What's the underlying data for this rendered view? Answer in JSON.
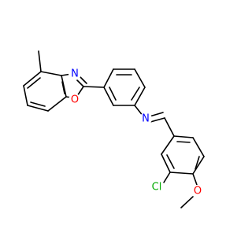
{
  "molecule": {
    "labels": {
      "benzoxazole_n": "N",
      "benzoxazole_o": "O",
      "imine_n": "N",
      "chloro": "Cl",
      "methoxy_o": "O"
    },
    "colors": {
      "N": "#0000ff",
      "O": "#ff0000",
      "Cl": "#00aa00",
      "C": "#000000"
    }
  }
}
